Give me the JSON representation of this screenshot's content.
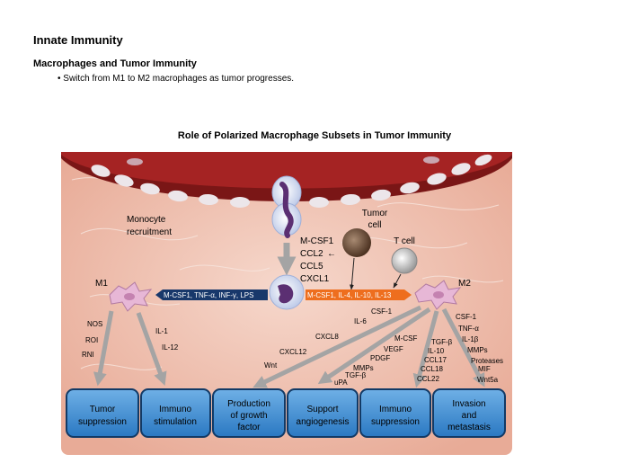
{
  "heading": "Innate Immunity",
  "subheading": "Macrophages and Tumor Immunity",
  "bullet": "• Switch from M1 to M2 macrophages as tumor progresses.",
  "diagram": {
    "title": "Role of Polarized Macrophage Subsets in Tumor Immunity",
    "monocyte_label": [
      "Monocyte",
      "recruitment"
    ],
    "tumor_cell_label": [
      "Tumor",
      "cell"
    ],
    "t_cell_label": "T cell",
    "chemokines": [
      "M-CSF1",
      "CCL2",
      "CCL5",
      "CXCL1"
    ],
    "chemokine_arrow": "←",
    "m1_label": "M1",
    "m2_label": "M2",
    "m1_signals": "M-CSF1, TNF-α, INF-γ, LPS",
    "m2_signals": "M-CSF1, IL-4, IL-10, IL-13",
    "m1_products_a": [
      "NOS",
      "ROI",
      "RNI"
    ],
    "m1_products_b": [
      "IL-1",
      "IL-12"
    ],
    "growth_factors": [
      "CSF-1",
      "IL-6",
      "CXCL8",
      "CXCL12",
      "Wnt"
    ],
    "angio_factors": [
      "M-CSF",
      "VEGF",
      "PDGF",
      "MMPs",
      "TGF-β",
      "uPA"
    ],
    "suppression_factors": [
      "TGF-β",
      "IL-10",
      "CCL17",
      "CCL18",
      "CCL22"
    ],
    "invasion_factors": [
      "CSF-1",
      "TNF-α",
      "IL-1β",
      "MMPs",
      "Proteases",
      "MIF",
      "Wnt5a"
    ],
    "boxes": [
      [
        "Tumor",
        "suppression"
      ],
      [
        "Immuno",
        "stimulation"
      ],
      [
        "Production",
        "of growth",
        "factor"
      ],
      [
        "Support",
        "angiogenesis"
      ],
      [
        "Immuno",
        "suppression"
      ],
      [
        "Invasion",
        "and",
        "metastasis"
      ]
    ],
    "colors": {
      "tissue": "#efc6b6",
      "vessel": "#8c1c1c",
      "box_fill": "#3f8fd4",
      "box_border": "#123a66",
      "m1_arrow": "#18386b",
      "m2_arrow": "#ee6e1e",
      "grey_arrow": "#a4a4a4"
    }
  }
}
